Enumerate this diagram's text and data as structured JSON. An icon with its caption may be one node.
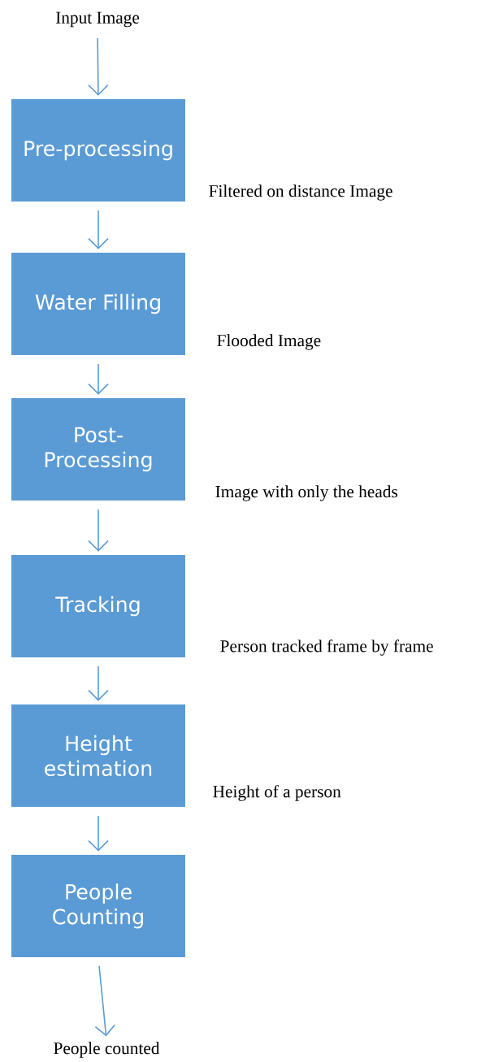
{
  "diagram": {
    "nodes": [
      {
        "text": [
          "Input Image"
        ]
      },
      {
        "text": [
          "Pre-processing"
        ],
        "beside": [
          "Filtered on distance Image"
        ]
      },
      {
        "text": [
          "Water Filling"
        ],
        "beside": [
          "Flooded Image"
        ]
      },
      {
        "text": [
          "Post-Processing"
        ],
        "beside": [
          "Image with only the heads"
        ]
      },
      {
        "text": [
          "Tracking"
        ],
        "beside": [
          "Person tracked frame by frame"
        ]
      },
      {
        "text": [
          "Height estimation"
        ],
        "beside": [
          "Height of a person"
        ]
      },
      {
        "text": [
          "People Counting"
        ]
      },
      {
        "text": [
          "People counted"
        ]
      }
    ],
    "edges": [
      {
        "from": 0,
        "to": 1,
        "arrow": "to"
      },
      {
        "from": 1,
        "to": 2,
        "arrow": "to"
      },
      {
        "from": 2,
        "to": 3,
        "arrow": "to"
      },
      {
        "from": 3,
        "to": 4,
        "arrow": "to"
      },
      {
        "from": 4,
        "to": 5,
        "arrow": "to"
      },
      {
        "from": 5,
        "to": 6,
        "arrow": "to"
      },
      {
        "from": 6,
        "to": 7,
        "arrow": "to"
      }
    ]
  }
}
